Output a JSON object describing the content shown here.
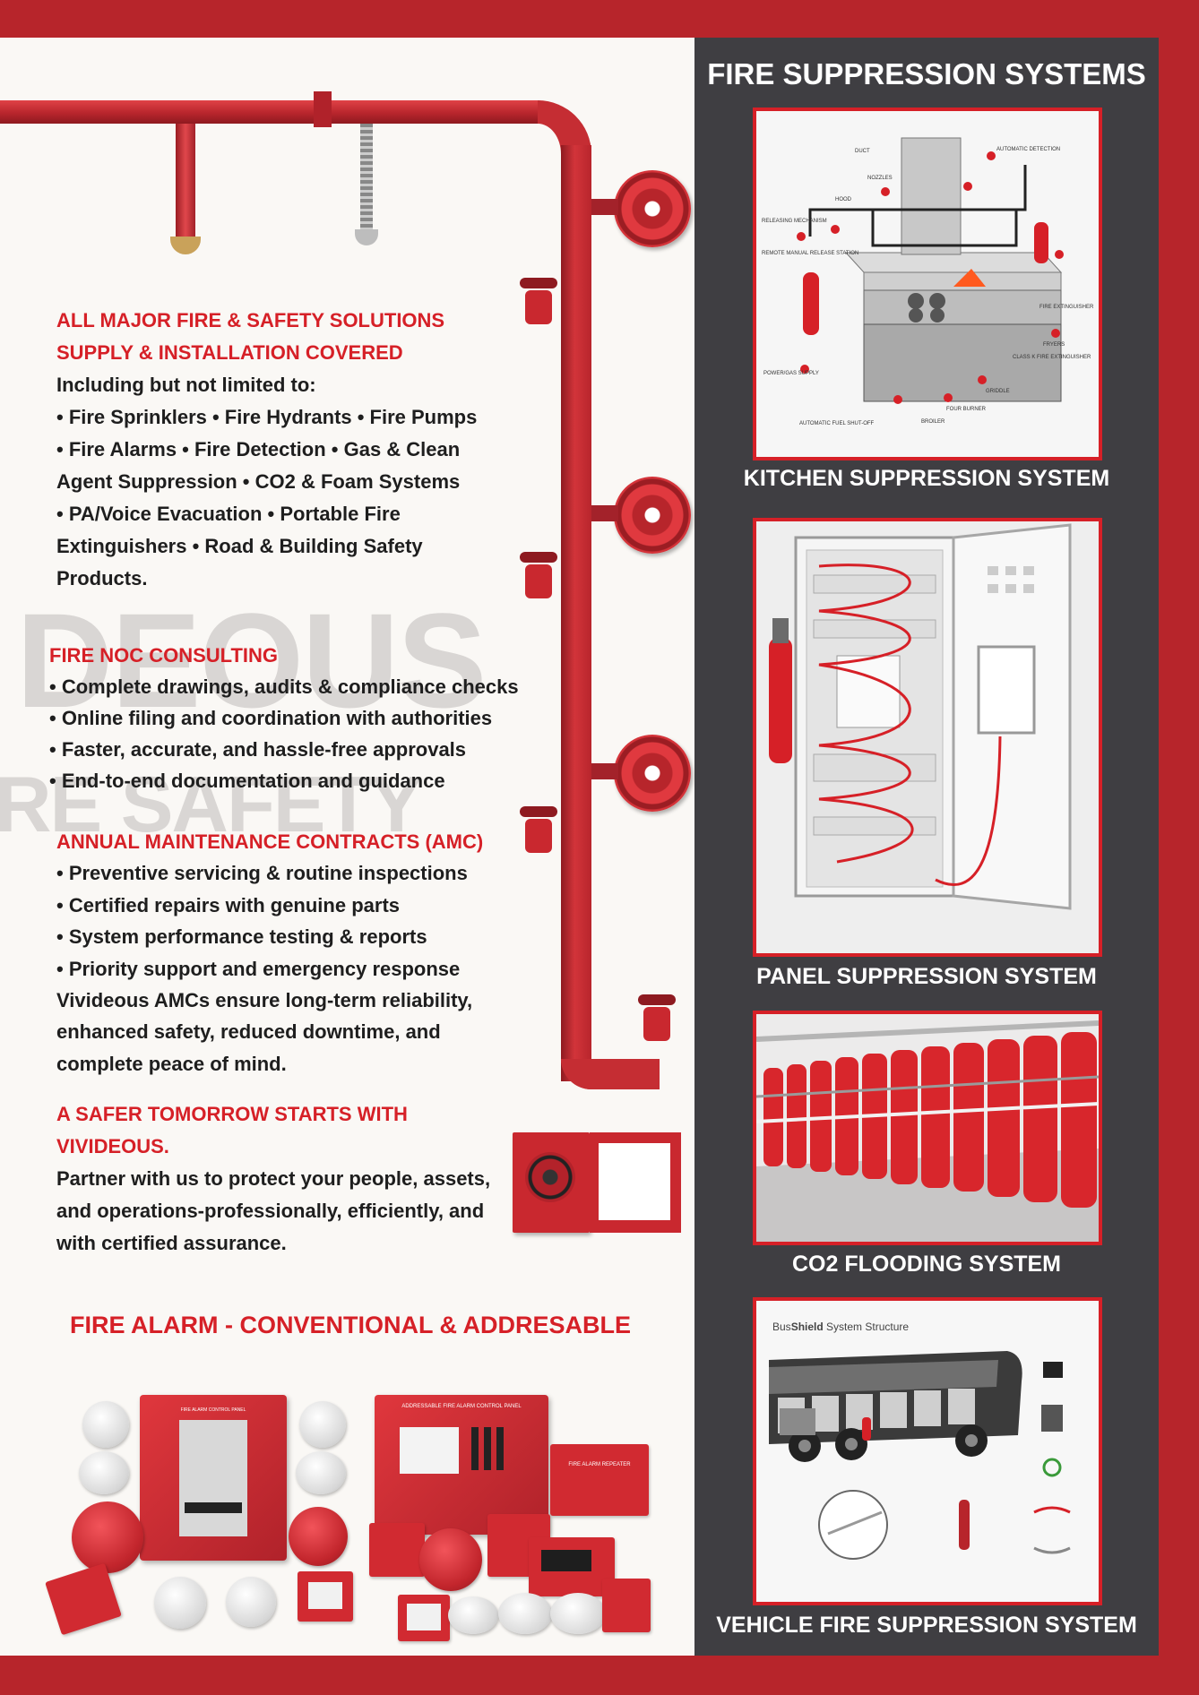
{
  "right_column": {
    "title": "FIRE SUPPRESSION SYSTEMS",
    "systems": [
      {
        "caption": "KITCHEN SUPPRESSION SYSTEM",
        "icon": "kitchen-suppression-diagram"
      },
      {
        "caption": "PANEL SUPPRESSION SYSTEM",
        "icon": "panel-suppression-cabinet"
      },
      {
        "caption": "CO2 FLOODING SYSTEM",
        "icon": "co2-cylinder-bank"
      },
      {
        "caption": "VEHICLE FIRE SUPPRESSION SYSTEM",
        "icon": "bus-suppression-diagram"
      }
    ],
    "kitchen_labels": {
      "duct": "DUCT",
      "nozzles": "NOZZLES",
      "hood": "HOOD",
      "auto": "AUTOMATIC DETECTION",
      "release": "RELEASING MECHANISM",
      "remote": "REMOTE MANUAL RELEASE STATION",
      "fryers": "FRYERS",
      "classk": "CLASS K FIRE EXTINGUISHER",
      "griddle": "GRIDDLE",
      "burner": "FOUR BURNER",
      "broiler": "BROILER",
      "fuel": "AUTOMATIC FUEL SHUT-OFF",
      "power": "POWER/GAS SUPPLY",
      "ext": "FIRE EXTINGUISHER"
    },
    "bus_labels": {
      "brand_prefix": "Bus",
      "brand_bold": "Shield",
      "brand_suffix": " System Structure"
    }
  },
  "watermark": {
    "line1": "DEOUS",
    "line2": "RE SAFETY"
  },
  "solutions": {
    "heading_1": "ALL MAJOR FIRE & SAFETY SOLUTIONS",
    "heading_2": "SUPPLY & INSTALLATION COVERED",
    "lines": [
      "Including but not limited to:",
      "• Fire Sprinklers • Fire Hydrants • Fire Pumps",
      "• Fire Alarms • Fire Detection • Gas & Clean",
      "Agent Suppression • CO2 & Foam Systems",
      "• PA/Voice Evacuation • Portable Fire",
      "Extinguishers • Road & Building Safety",
      "Products."
    ]
  },
  "noc": {
    "heading": "FIRE NOC CONSULTING",
    "lines": [
      "• Complete drawings, audits & compliance checks",
      "• Online filing and coordination with authorities",
      "• Faster, accurate, and hassle-free approvals",
      "• End-to-end documentation and guidance"
    ]
  },
  "amc": {
    "heading": "ANNUAL MAINTENANCE CONTRACTS (AMC)",
    "lines": [
      "• Preventive servicing & routine inspections",
      "• Certified repairs with genuine parts",
      "• System performance testing & reports",
      "• Priority support and emergency response",
      "Vivideous AMCs ensure long-term reliability,",
      "enhanced safety, reduced downtime, and",
      "complete peace of mind."
    ]
  },
  "tomorrow": {
    "heading_1": "A SAFER TOMORROW STARTS WITH",
    "heading_2": "VIVIDEOUS.",
    "lines": [
      "Partner with us to protect your people, assets,",
      "and operations-professionally, efficiently, and",
      "with certified assurance."
    ]
  },
  "fire_alarm": {
    "title": "FIRE ALARM - CONVENTIONAL & ADDRESABLE",
    "panel_1_label": "FIRE ALARM CONTROL PANEL",
    "panel_2_label": "ADDRESSABLE FIRE ALARM CONTROL PANEL",
    "repeater_label": "FIRE ALARM REPEATER"
  },
  "colors": {
    "brand_red": "#d62027",
    "border_red": "#b7252b",
    "panel_gray": "#3f3e42",
    "page_bg": "#faf8f5"
  }
}
